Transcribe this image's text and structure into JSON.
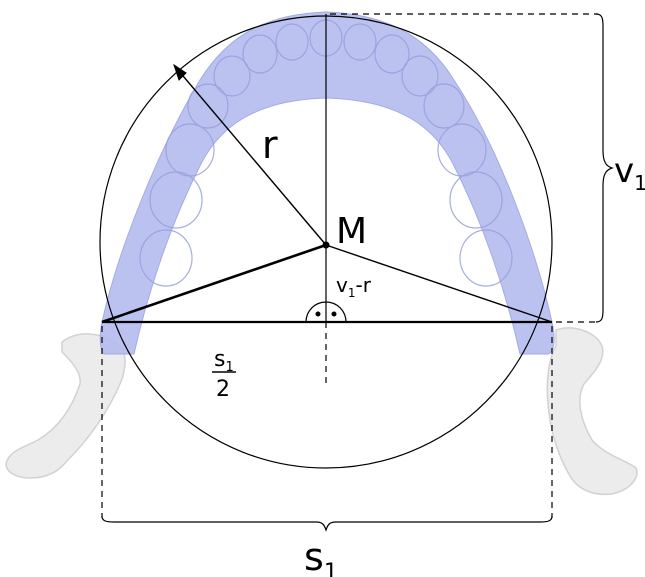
{
  "labels": {
    "radius": "r",
    "center": "M",
    "height_letter": "v",
    "height_sub": "1",
    "span_letter": "s",
    "span_sub": "1",
    "half_num_letter": "s",
    "half_num_sub": "1",
    "half_den": "2",
    "diff_letter": "v",
    "diff_sub": "1",
    "diff_rest": "-r"
  },
  "colors": {
    "arch": "#b5bcef",
    "arch_stroke": "#9aa3e3",
    "bone": "#ececec",
    "bone_stroke": "#d2d2d2",
    "line": "#000000"
  }
}
